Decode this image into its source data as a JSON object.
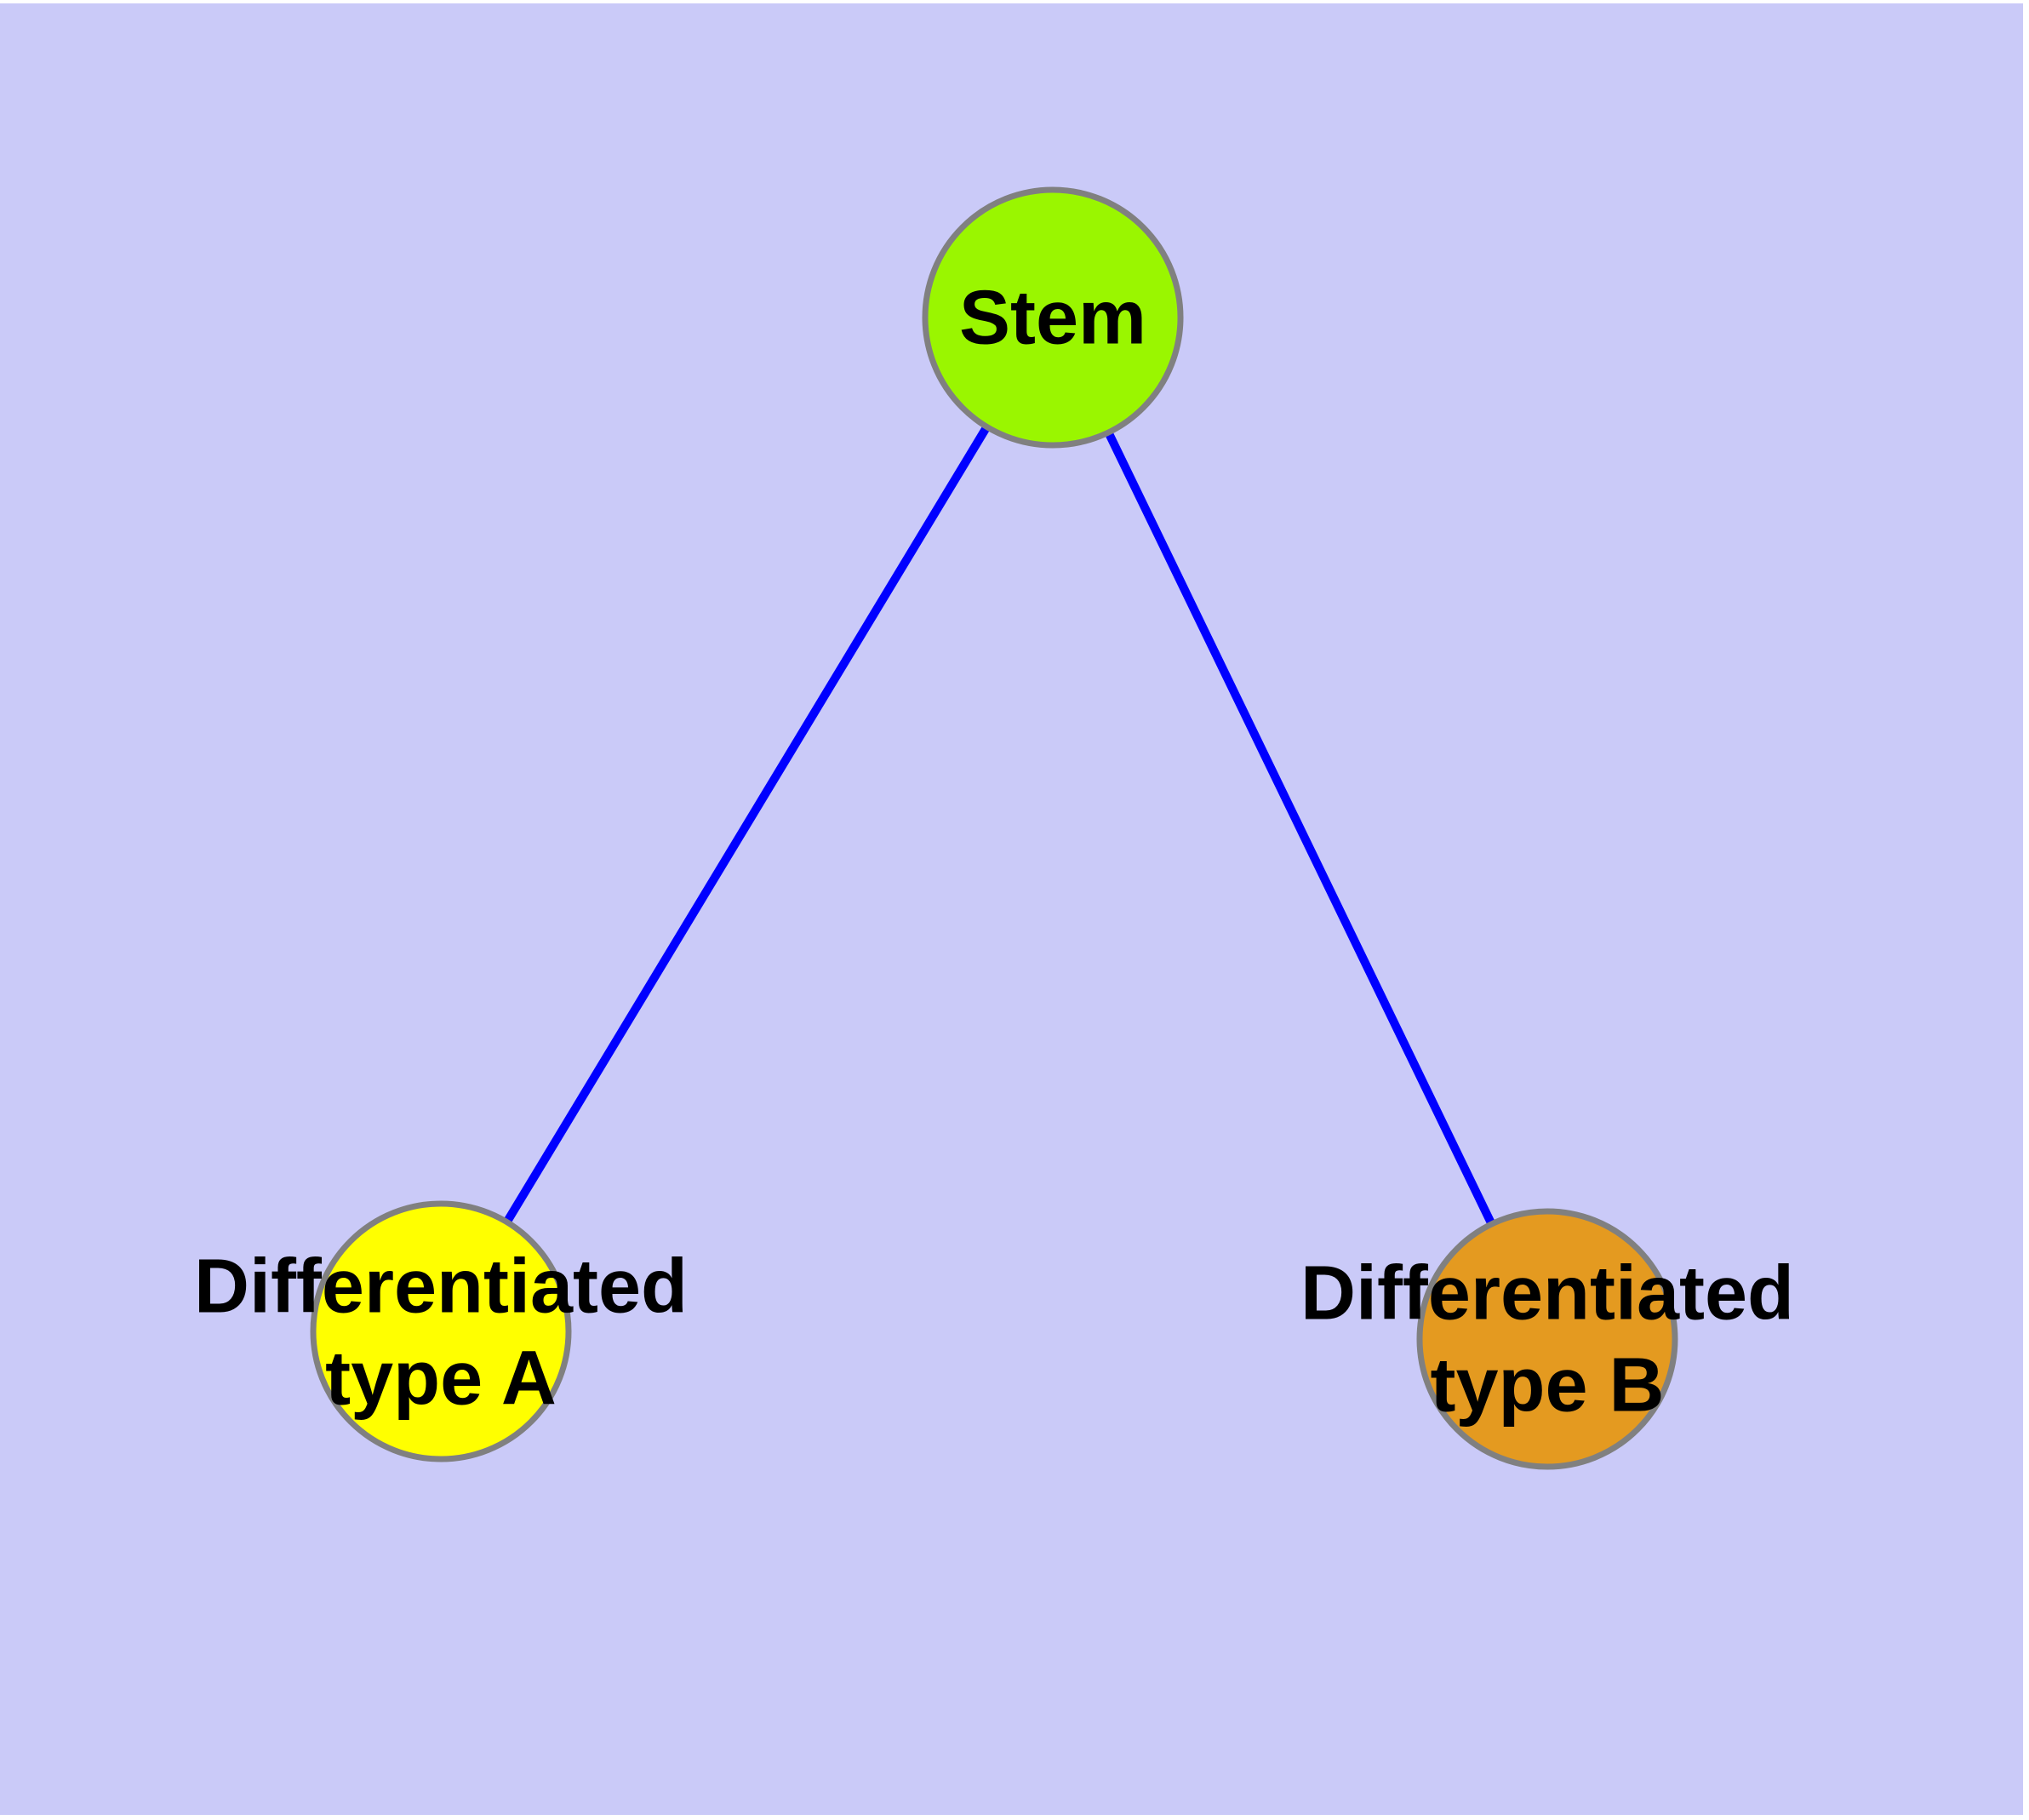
{
  "figure": {
    "type": "node-link-diagram",
    "background_color": "#CACAF8",
    "margin_color": "#FFFFFF",
    "node_border_color": "#808080",
    "label_color": "#000000",
    "edge": {
      "color": "#0000FF"
    },
    "nodes": {
      "stem": {
        "label": "Stem",
        "fill": "#9AF600"
      },
      "type_a": {
        "label": "Differentiated type A",
        "label_line1": "Differentiated",
        "label_line2": "type A",
        "fill": "#FFFF00"
      },
      "type_b": {
        "label": "Differentiated type B",
        "label_line1": "Differentiated",
        "label_line2": "type B",
        "fill": "#E49A20"
      }
    },
    "edges": [
      {
        "from": "Stem",
        "to": "Differentiated type A"
      },
      {
        "from": "Stem",
        "to": "Differentiated type B"
      }
    ]
  }
}
